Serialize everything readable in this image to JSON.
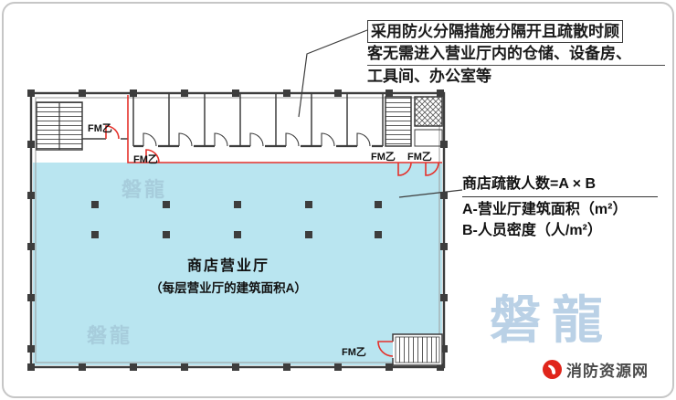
{
  "plan": {
    "hall_title": "商店营业厅",
    "hall_subtitle": "（每层营业厅的建筑面积A）",
    "fm_labels": [
      "FM乙",
      "FM乙",
      "FM乙",
      "FM乙",
      "FM乙"
    ],
    "colors": {
      "hall_fill": "#b9e5f0",
      "wall": "#3d3d3d",
      "fire_separation_line": "#e5302a"
    }
  },
  "annotations": {
    "separation_note": {
      "line1": "采用防火分隔措施分隔开且疏散时顾",
      "line2": "客无需进入营业厅内的仓储、设备房、",
      "line3": "工具间、办公室等"
    },
    "evacuation_formula": {
      "formula": "商店疏散人数=A × B",
      "term_a": "A-营业厅建筑面积（m²）",
      "term_b": "B-人员密度（人/m²）"
    }
  },
  "watermarks": {
    "brand": "磐龍",
    "brand_color": "#8fb4d7"
  },
  "footer": {
    "site_name": "消防资源网",
    "logo_color": "#e0251b"
  }
}
